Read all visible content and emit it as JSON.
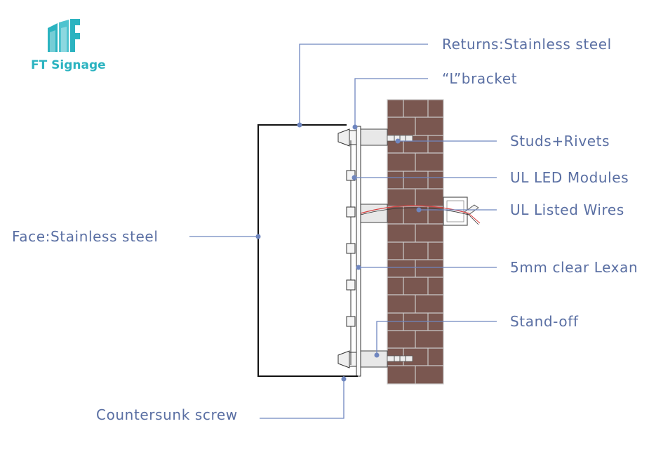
{
  "brand": {
    "name": "FT Signage",
    "logo_icon": "ft-monogram-icon",
    "color": "#2bb3c0"
  },
  "colors": {
    "label": "#5a6fa3",
    "leader": "#6f86bf",
    "brick": "#7a5750",
    "mortar": "#c9c9c9",
    "wire_red": "#d94040"
  },
  "labels": {
    "returns": "Returns:Stainless steel",
    "l_bracket": "“L”bracket",
    "studs_rivets": "Studs+Rivets",
    "led_modules": "UL LED Modules",
    "listed_wires": "UL Listed Wires",
    "face": "Face:Stainless  steel",
    "lexan": "5mm clear Lexan",
    "standoff": "Stand-off",
    "countersunk": "Countersunk screw"
  }
}
